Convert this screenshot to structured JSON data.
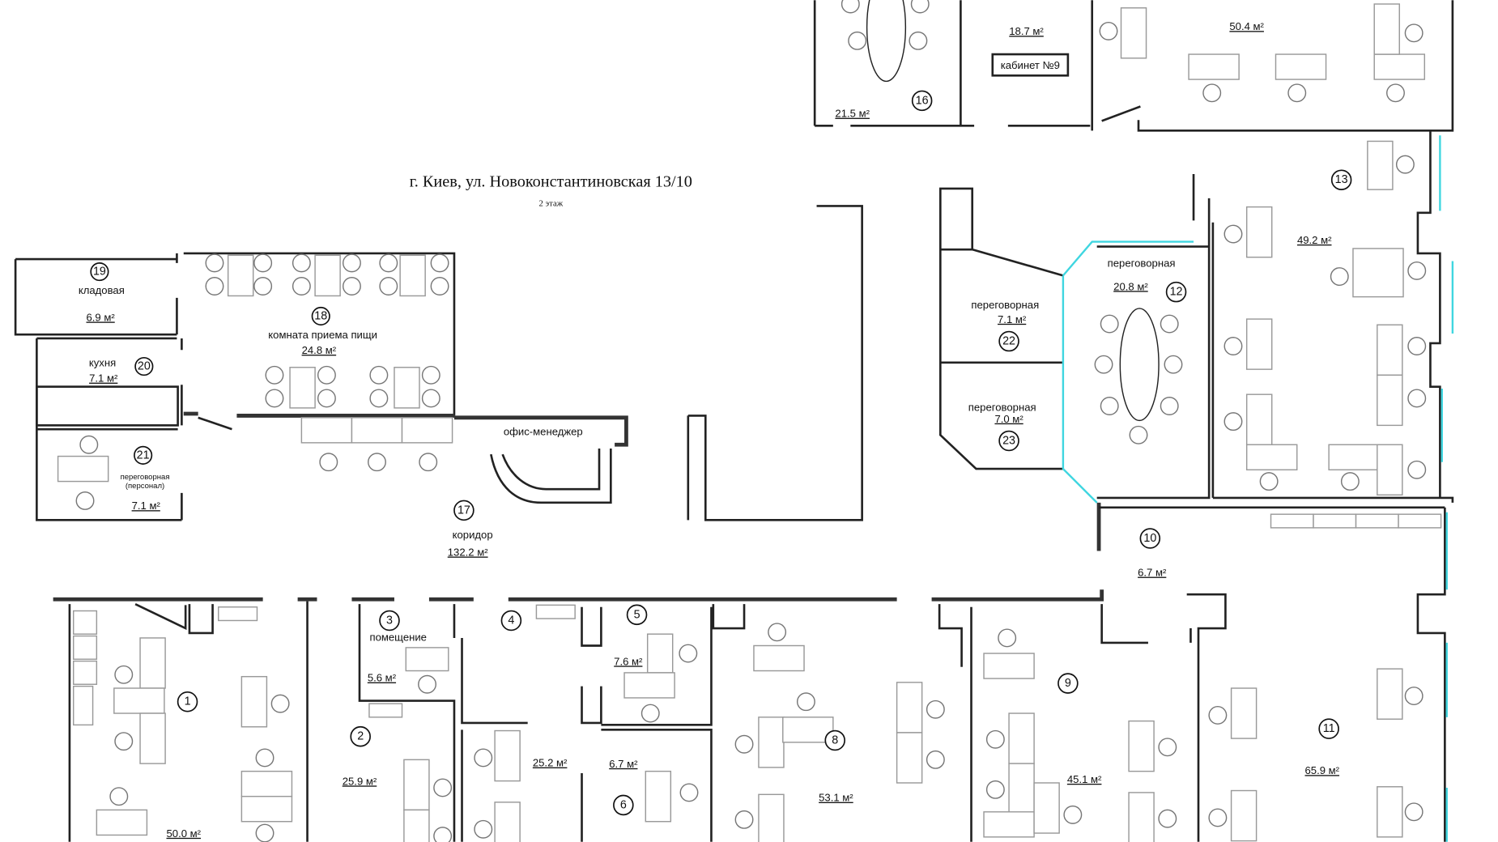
{
  "plan": {
    "title": "г. Киев, ул. Новоконстантиновская 13/10",
    "floor": "2 этаж",
    "office_manager_label": "офис-менеджер",
    "cabinet_sign": "кабинет №9",
    "glass_color": "#3fd6e0"
  },
  "rooms": {
    "r1": {
      "number": "1",
      "area": "50.0 м²"
    },
    "r2": {
      "number": "2",
      "area": "25.9 м²"
    },
    "r3": {
      "number": "3",
      "name": "помещение",
      "area": "5.6 м²"
    },
    "r4": {
      "number": "4"
    },
    "r5": {
      "number": "5",
      "area": "7.6 м²"
    },
    "r6": {
      "number": "6",
      "area": "6.7 м²"
    },
    "r7": {
      "area": "25.2 м²"
    },
    "r8": {
      "number": "8",
      "area": "53.1 м²"
    },
    "r9": {
      "number": "9",
      "area": "45.1 м²"
    },
    "r10": {
      "number": "10",
      "area": "6.7 м²"
    },
    "r11": {
      "number": "11",
      "area": "65.9 м²"
    },
    "r12": {
      "number": "12",
      "name": "переговорная",
      "area": "20.8 м²"
    },
    "r13": {
      "number": "13",
      "area": "49.2 м²"
    },
    "r16": {
      "number": "16",
      "area": "21.5 м²"
    },
    "r_cab9": {
      "area": "18.7 м²"
    },
    "r_top": {
      "area": "50.4 м²"
    },
    "r17": {
      "number": "17",
      "name": "коридор",
      "area": "132.2 м²"
    },
    "r18": {
      "number": "18",
      "name": "комната приема пищи",
      "area": "24.8 м²"
    },
    "r19": {
      "number": "19",
      "name": "кладовая",
      "area": "6.9 м²"
    },
    "r20": {
      "number": "20",
      "name": "кухня",
      "area": "7.1 м²"
    },
    "r21": {
      "number": "21",
      "name": "переговорная",
      "name2": "(персонал)",
      "area": "7.1 м²"
    },
    "r22": {
      "number": "22",
      "name": "переговорная",
      "area": "7.1 м²"
    },
    "r23": {
      "number": "23",
      "name": "переговорная",
      "area": "7.0 м²"
    }
  }
}
